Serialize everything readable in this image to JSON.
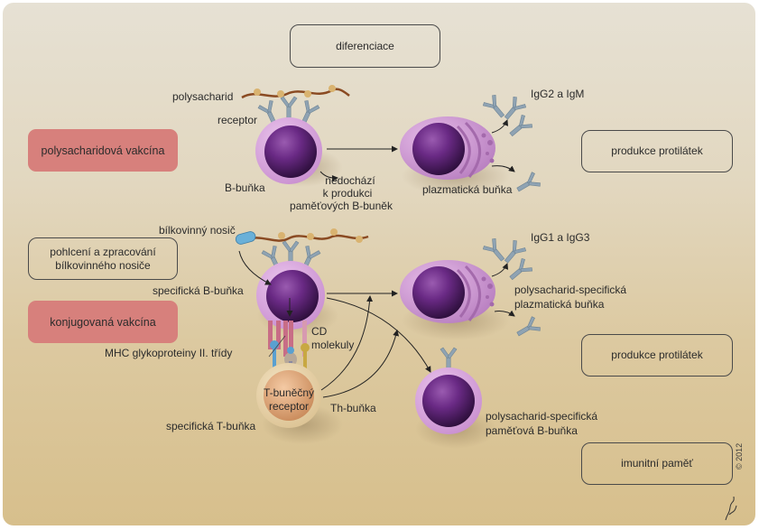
{
  "boxes": {
    "differentiation": "diferenciace",
    "antibody_production_1": "produkce protilátek",
    "antibody_production_2": "produkce protilátek",
    "carrier_processing": [
      "pohlcení a zpracování",
      "bílkovinného nosiče"
    ],
    "immune_memory": "imunitní paměť"
  },
  "vaccine_labels": {
    "polysaccharide": "polysacharidová vakcína",
    "conjugate": "konjugovaná vakcína"
  },
  "top_pathway": {
    "polysaccharide": "polysacharid",
    "receptor": "receptor",
    "b_cell": "B-buňka",
    "no_memory": [
      "nedochází",
      "k produkci",
      "paměťových B-buněk"
    ],
    "plasma_cell": "plazmatická buňka",
    "antibodies": "IgG2 a IgM"
  },
  "bottom_pathway": {
    "protein_carrier": "bílkovinný nosič",
    "specific_b_cell": "specifická B-buňka",
    "cd_molecules": [
      "CD",
      "molekuly"
    ],
    "mhc": "MHC glykoproteiny II. třídy",
    "t_cell_receptor": [
      "T-buněčný",
      "receptor"
    ],
    "th_cell": "Th-buňka",
    "specific_t_cell": "specifická T-buňka",
    "antibodies": "IgG1 a IgG3",
    "plasma_cell": [
      "polysacharid-specifická",
      "plazmatická buňka"
    ],
    "memory_cell": [
      "polysacharid-specifická",
      "paměťová B-buňka"
    ]
  },
  "copyright": "© 2012",
  "colors": {
    "vaccine_box": "#d7807c",
    "cell_nucleus": "#5b1f6e",
    "cell_membrane": "#d9a6dc",
    "antibody": "#8fa3b3",
    "polysaccharide_chain": "#8a4a22",
    "t_cell": "#e8b48a"
  }
}
